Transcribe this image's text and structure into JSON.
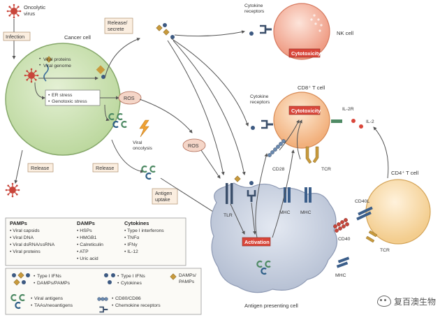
{
  "labels": {
    "oncolytic_virus": [
      "Oncolytic",
      "virus"
    ],
    "infection": "Infection",
    "cancer_cell": "Cancer cell",
    "viral_proteins": "Viral proteins",
    "viral_genome": "Viral genome",
    "er_stress": "ER stress",
    "genotoxic_stress": "Genotoxic stress",
    "ros": "ROS",
    "release_secrete": [
      "Release/",
      "secrete"
    ],
    "release_left": "Release",
    "release_mid": "Release",
    "viral_oncolysis": [
      "Viral",
      "oncolysis"
    ],
    "antigen_uptake": [
      "Antigen",
      "uptake"
    ],
    "cytokine_receptors_top": [
      "Cytokine",
      "receptors"
    ],
    "cytokine_receptors_mid": [
      "Cytokine",
      "receptors"
    ],
    "nk_cell": "NK cell",
    "cytotoxicity_nk": "Cytotoxicity",
    "cd8_t_cell": "CD8⁺ T cell",
    "cytotoxicity_cd8": "Cytotoxicity",
    "il2r": "IL-2R",
    "il2": "IL-2",
    "cd28": "CD28",
    "tcr_cd8": "TCR",
    "cd4_t_cell": "CD4⁺ T cell",
    "cd40l": "CD40L",
    "cd40": "CD40",
    "tcr_cd4": "TCR",
    "tlr": "TLR",
    "mhc_1": "MHC",
    "mhc_2": "MHC",
    "mhc_3": "MHC",
    "activation": "Activation",
    "apc": "Antigen presenting cell"
  },
  "legend_categories": [
    {
      "heading": "PAMPs",
      "items": [
        "Viral capsids",
        "Viral DNA",
        "Viral dsRNA/ssRNA",
        "Viral proteins"
      ]
    },
    {
      "heading": "DAMPs",
      "items": [
        "HSPs",
        "HMGB1",
        "Calreticulin",
        "ATP",
        "Uric acid"
      ]
    },
    {
      "heading": "Cytokines",
      "items": [
        "Type I interferons",
        "TNFα",
        "IFNγ",
        "IL-12"
      ]
    }
  ],
  "legend_keys": {
    "type1_ifn": "Type I IFNs",
    "damps_pamps": "DAMPs/PAMPs",
    "type1_ifn_2": "Type I IFNs",
    "cytokines": "Cytokines",
    "damps_pamps_2": [
      "DAMPs/",
      "PAMPs"
    ],
    "viral_antigens": "Viral antigens",
    "taas": "TAAs/neoantigens",
    "cd80": "CD80/CD86",
    "chemokine": "Chemokine receptors"
  },
  "watermark": "复百澳生物",
  "colors": {
    "cancer_cell": "#cfe3b8",
    "nk_cell": "#f4b09c",
    "cd8_cell": "#f6c79e",
    "cd4_cell": "#f7d9a6",
    "apc": "#c6cfe0",
    "accent_red": "#d9463a",
    "virus": "#c8453a",
    "receptor": "#3b4f6b"
  }
}
